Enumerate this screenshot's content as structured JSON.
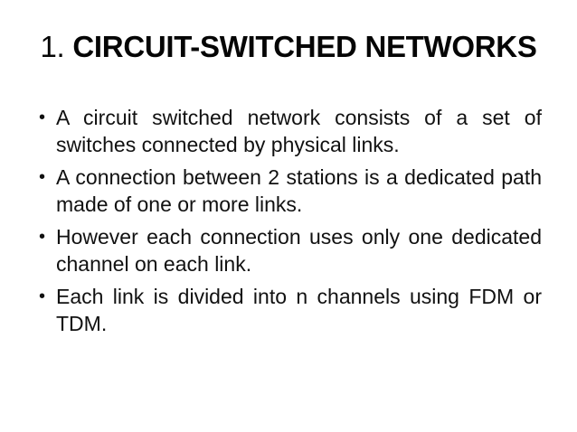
{
  "slide": {
    "title": {
      "number": "1.",
      "text": "CIRCUIT-SWITCHED NETWORKS"
    },
    "bullet_char": "•",
    "bullets": [
      "A circuit switched network consists of a set of switches connected by physical links.",
      "A connection between 2 stations is a dedicated path made of one or more links.",
      "However each connection uses only one dedicated channel on each link.",
      "Each link is divided into n channels using FDM or TDM."
    ],
    "colors": {
      "background": "#ffffff",
      "text": "#000000"
    }
  }
}
